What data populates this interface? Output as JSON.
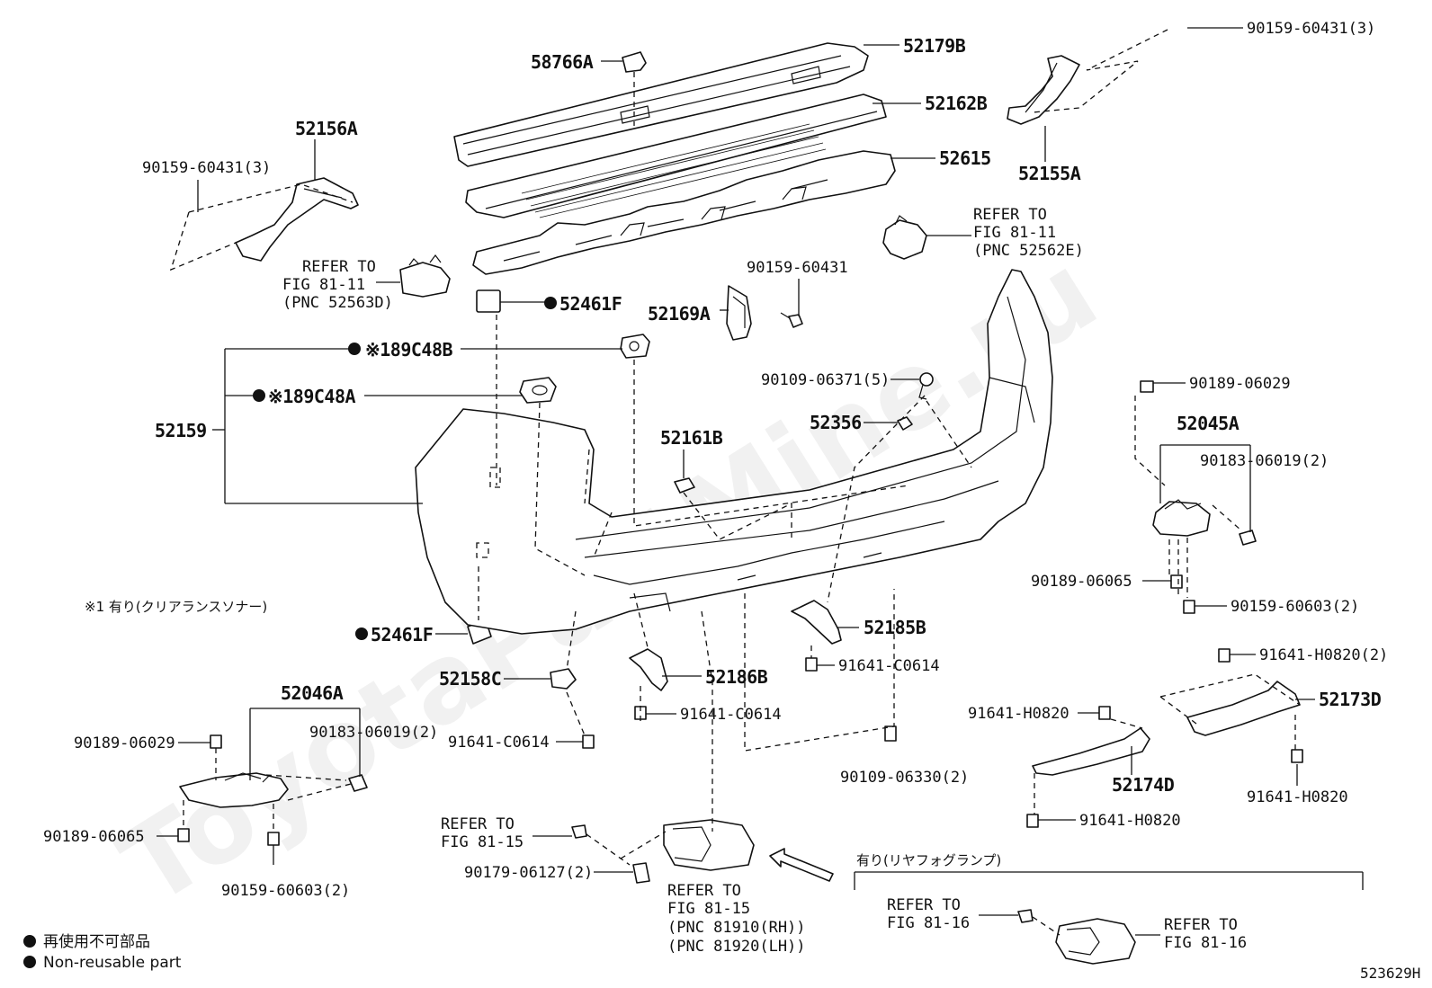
{
  "watermark": "ToyotaPartMine.ru",
  "figure_id": "523629H",
  "legend": {
    "non_reusable_jp": "再使用不可部品",
    "non_reusable_en": "Non-reusable part"
  },
  "note_sonar": "※1 有り(クリアランスソナー)",
  "fog_lamp_option": "有り(リヤフォグランプ)",
  "labels": {
    "p52179B": "52179B",
    "p58766A": "58766A",
    "p52162B": "52162B",
    "p52615": "52615",
    "p52156A": "52156A",
    "p90159_60431_3_left": "90159-60431(3)",
    "p90159_60431_3_right": "90159-60431(3)",
    "p52155A": "52155A",
    "ref_fig8111_left": [
      "REFER TO",
      "FIG 81-11",
      "(PNC 52563D)"
    ],
    "ref_fig8111_right": [
      "REFER TO",
      "FIG 81-11",
      "(PNC 52562E)"
    ],
    "p90159_60431": "90159-60431",
    "p52461F_top": "52461F",
    "p52169A": "52169A",
    "p89C48B": "※189C48B",
    "p89C48A": "※189C48A",
    "p52159": "52159",
    "p90109_06371_5": "90109-06371(5)",
    "p52356": "52356",
    "p52161B": "52161B",
    "p90189_06029_right": "90189-06029",
    "p52045A": "52045A",
    "p90183_06019_2_right": "90183-06019(2)",
    "p90189_06065_right": "90189-06065",
    "p90159_60603_2_right": "90159-60603(2)",
    "p52185B": "52185B",
    "p91641_C0614_a": "91641-C0614",
    "p52461F_bottom": "52461F",
    "p52158C": "52158C",
    "p52186B": "52186B",
    "p91641_C0614_b": "91641-C0614",
    "p91641_C0614_c": "91641-C0614",
    "p91641_H0820_2": "91641-H0820(2)",
    "p52173D": "52173D",
    "p91641_H0820_a": "91641-H0820",
    "p52174D": "52174D",
    "p91641_H0820_b": "91641-H0820",
    "p91641_H0820_c": "91641-H0820",
    "p90109_06330_2": "90109-06330(2)",
    "p52046A": "52046A",
    "p90189_06029_left": "90189-06029",
    "p90183_06019_2_left": "90183-06019(2)",
    "p90189_06065_left": "90189-06065",
    "p90159_60603_2_left": "90159-60603(2)",
    "ref_fig8115_a": [
      "REFER TO",
      "FIG 81-15"
    ],
    "p90179_06127_2": "90179-06127(2)",
    "ref_fig8115_b": [
      "REFER TO",
      "FIG 81-15",
      "(PNC 81910(RH))",
      "(PNC 81920(LH))"
    ],
    "ref_fig8116_a": [
      "REFER TO",
      "FIG 81-16"
    ],
    "ref_fig8116_b": [
      "REFER TO",
      "FIG 81-16"
    ]
  }
}
